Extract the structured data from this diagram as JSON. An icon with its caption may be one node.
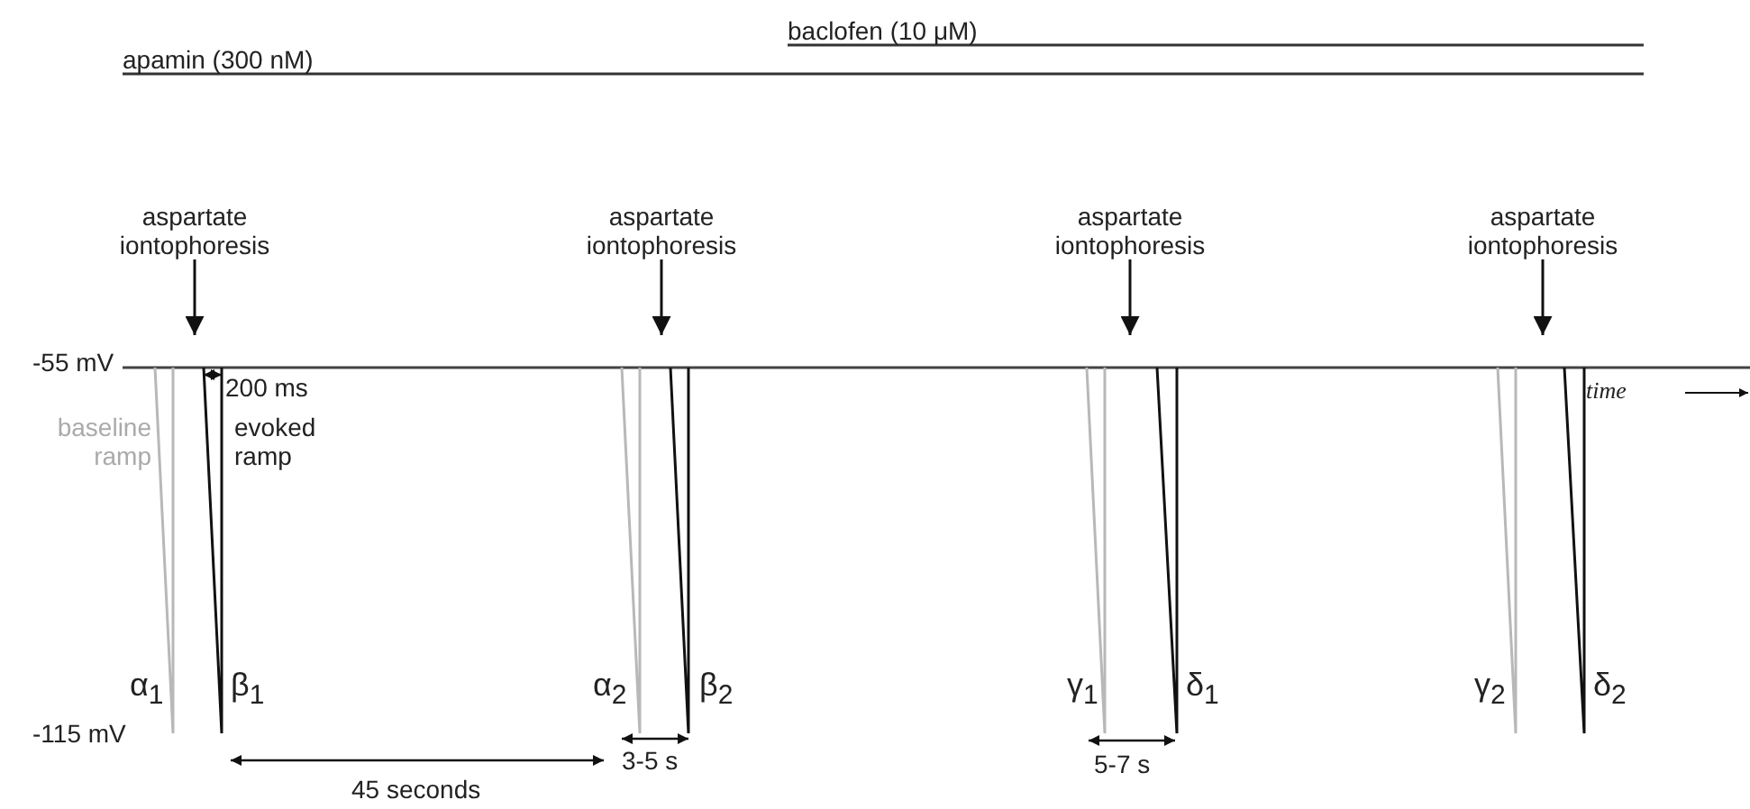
{
  "diagram": {
    "nodes": [
      {
        "text": [
          "aspartate iontophoresis"
        ]
      },
      {
        "text": [
          "aspartate iontophoresis"
        ]
      },
      {
        "text": [
          "aspartate iontophoresis"
        ]
      },
      {
        "text": [
          "aspartate iontophoresis"
        ]
      }
    ],
    "edges": [
      {
        "from": 0,
        "to": null,
        "arrow": "to"
      },
      {
        "from": 1,
        "to": null,
        "arrow": "to"
      },
      {
        "from": 2,
        "to": null,
        "arrow": "to"
      },
      {
        "from": 3,
        "to": null,
        "arrow": "to"
      }
    ],
    "labels": [
      "baclofen (10 μM)",
      "apamin (300 nM)",
      "-55 mV",
      "200 ms",
      "baseline ramp",
      "evoked ramp",
      "time",
      "α$_{1}$",
      "β$_{1}$",
      "α$_{2}$",
      "β$_{2}$",
      "γ$_{1}$",
      "δ$_{1}$",
      "γ$_{2}$",
      "δ$_{2}$",
      "-115 mV",
      "3-5 s",
      "5-7 s",
      "45 seconds"
    ]
  }
}
